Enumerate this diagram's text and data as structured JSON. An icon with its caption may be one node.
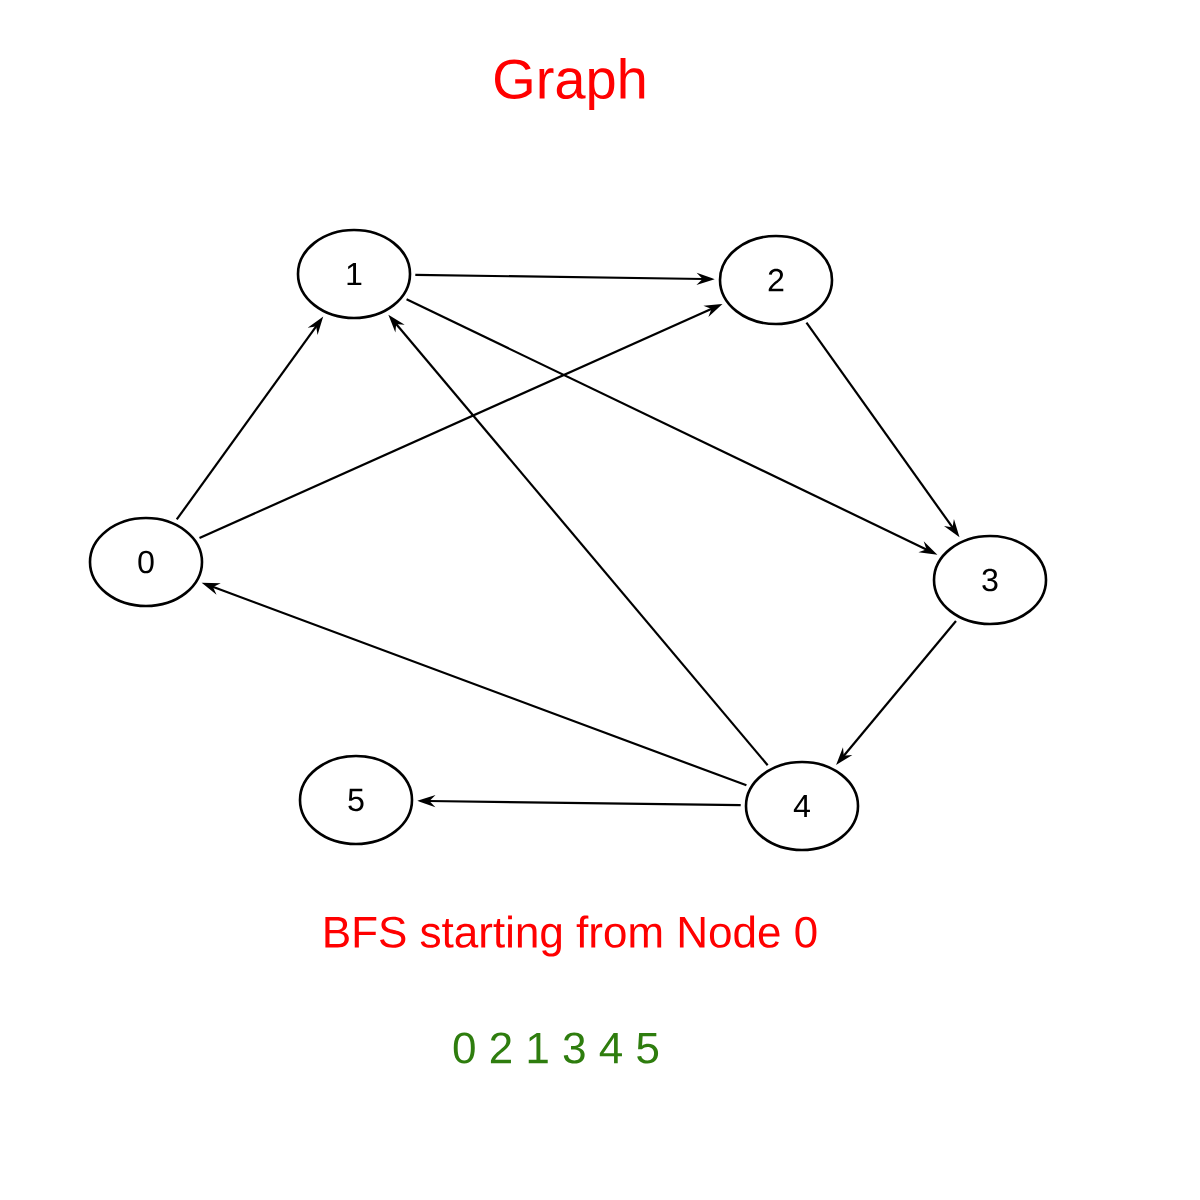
{
  "diagram": {
    "title": "Graph",
    "nodes": [
      {
        "text": [
          "0"
        ]
      },
      {
        "text": [
          "1"
        ]
      },
      {
        "text": [
          "2"
        ]
      },
      {
        "text": [
          "3"
        ]
      },
      {
        "text": [
          "4"
        ]
      },
      {
        "text": [
          "5"
        ]
      }
    ],
    "edges": [
      {
        "from": 0,
        "to": 1,
        "arrow": "to"
      },
      {
        "from": 0,
        "to": 2,
        "arrow": "to"
      },
      {
        "from": 1,
        "to": 2,
        "arrow": "to"
      },
      {
        "from": 1,
        "to": 3,
        "arrow": "to"
      },
      {
        "from": 2,
        "to": 3,
        "arrow": "to"
      },
      {
        "from": 3,
        "to": 4,
        "arrow": "to"
      },
      {
        "from": 4,
        "to": 0,
        "arrow": "to"
      },
      {
        "from": 4,
        "to": 1,
        "arrow": "to"
      },
      {
        "from": 4,
        "to": 5,
        "arrow": "to"
      }
    ],
    "labels": [
      "BFS starting from Node 0",
      "0 2 1 3 4 5"
    ]
  }
}
